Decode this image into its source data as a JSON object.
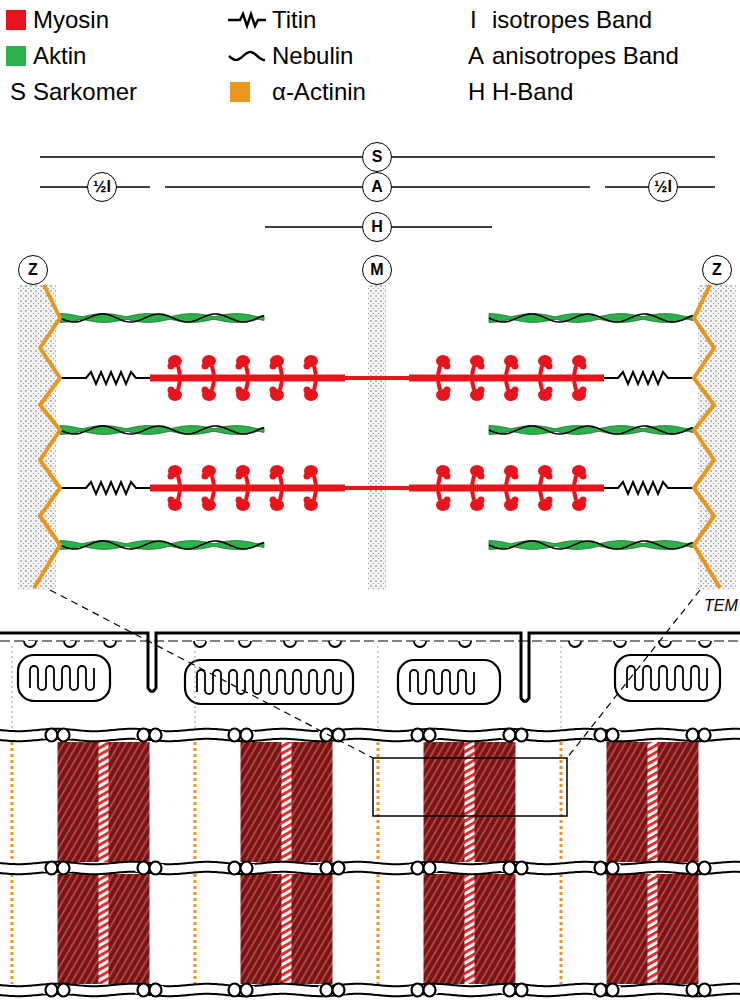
{
  "diagram": {
    "nodes": [
      {
        "text": [
          "S"
        ]
      },
      {
        "text": [
          "½I"
        ]
      },
      {
        "text": [
          "A"
        ]
      },
      {
        "text": [
          "½I"
        ]
      },
      {
        "text": [
          "H"
        ]
      },
      {
        "text": [
          "Z"
        ]
      },
      {
        "text": [
          "M"
        ]
      },
      {
        "text": [
          "Z"
        ]
      }
    ],
    "labels": [
      "I",
      "isotropes Band",
      "A",
      "anisotropes Band",
      "S",
      "Sarkomer",
      "H",
      "H-Band",
      "TEM"
    ],
    "legend": [
      {
        "text": "Myosin",
        "color": "#e8141c"
      },
      {
        "text": "Titin"
      },
      {
        "text": "Aktin",
        "color": "#2bb24a"
      },
      {
        "text": "Nebulin"
      },
      {
        "text": "α-Actinin",
        "color": "#e8961e"
      }
    ]
  }
}
